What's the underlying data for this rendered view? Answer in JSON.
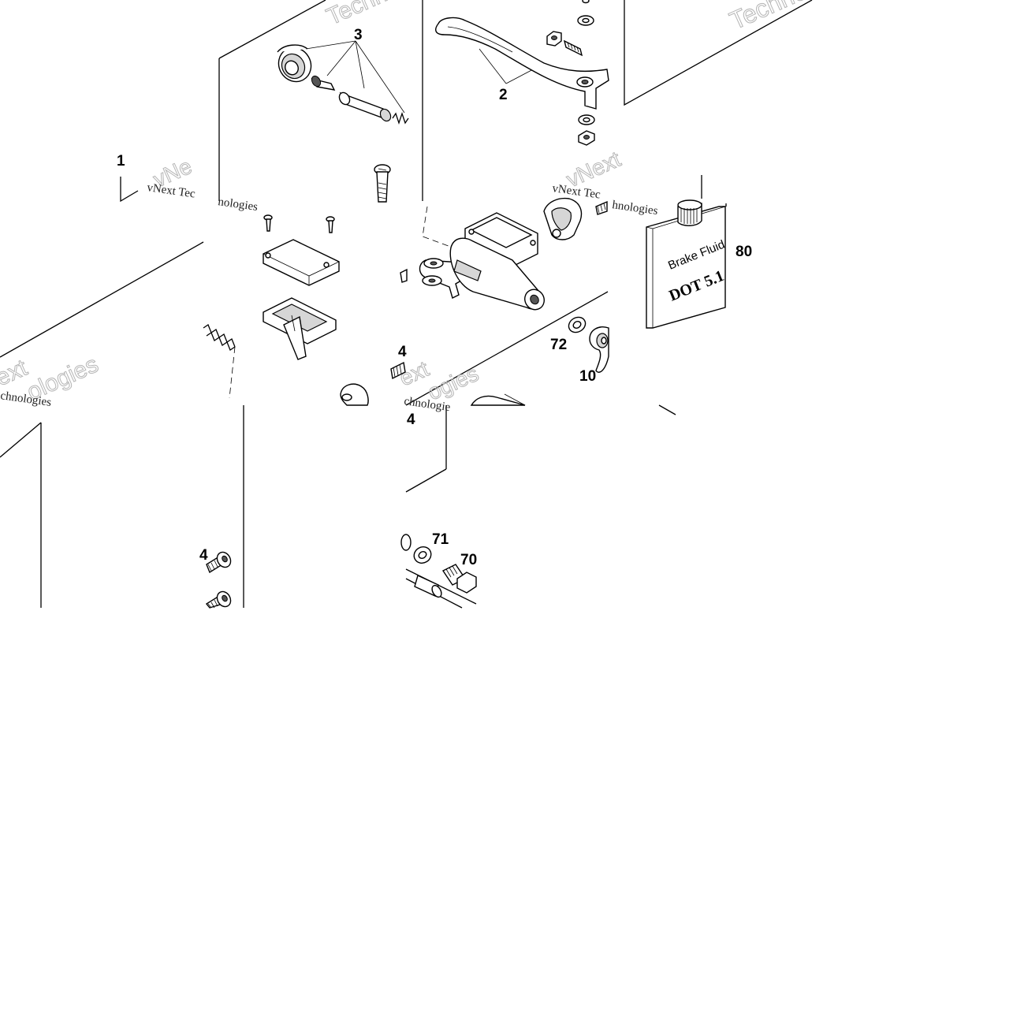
{
  "diagram": {
    "part_labels": {
      "p1": "1",
      "p2": "2",
      "p3": "3",
      "p4a": "4",
      "p4b": "4",
      "p4c": "4",
      "p10": "10",
      "p70": "70",
      "p71": "71",
      "p72": "72",
      "p80": "80"
    },
    "brake_fluid": {
      "name": "Brake Fluid",
      "grade": "DOT 5.1"
    },
    "watermarks": {
      "vnext_1": "vNext",
      "techno_1": "Techno",
      "vnext_tec": "vNext Tec",
      "nologies_1": "nologies",
      "vnext_2": "vNe",
      "techno_2": "Technc",
      "vnext_3": "vNext Tec",
      "hnologies": "hnologies",
      "ext_1": "ext",
      "ologies_1": "ologies",
      "chnologies": "chnologies",
      "ext_2": "ext",
      "ogies_2": "ogies",
      "chnologie_2": "chnologie"
    }
  }
}
